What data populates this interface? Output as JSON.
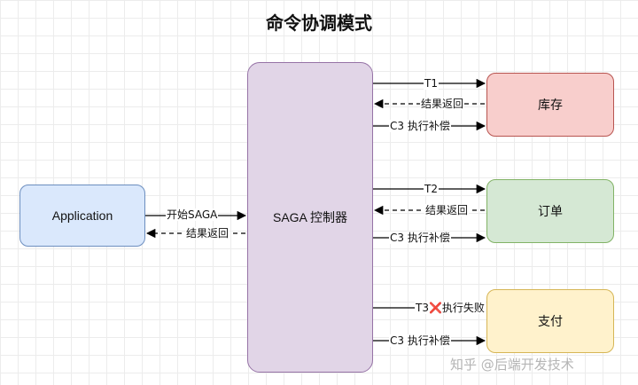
{
  "title": "命令协调模式",
  "nodes": {
    "application": {
      "label": "Application",
      "fill": "#dae8fc",
      "stroke": "#6c8ebf"
    },
    "controller": {
      "label": "SAGA 控制器",
      "fill": "#e1d5e7",
      "stroke": "#9673a6"
    },
    "inventory": {
      "label": "库存",
      "fill": "#f8cecc",
      "stroke": "#b85450"
    },
    "order": {
      "label": "订单",
      "fill": "#d5e8d4",
      "stroke": "#82b366"
    },
    "payment": {
      "label": "支付",
      "fill": "#fff2cc",
      "stroke": "#d6b656"
    }
  },
  "edges": {
    "start_saga": "开始SAGA",
    "app_result": "结果返回",
    "t1": "T1",
    "inv_result": "结果返回",
    "inv_comp": "C3 执行补偿",
    "t2": "T2",
    "ord_result": "结果返回",
    "ord_comp": "C3 执行补偿",
    "t3": "T3",
    "t3_mark": "❌",
    "t3_status": "执行失败",
    "pay_comp": "C3 执行补偿"
  },
  "watermark": "知乎 @后端开发技术"
}
